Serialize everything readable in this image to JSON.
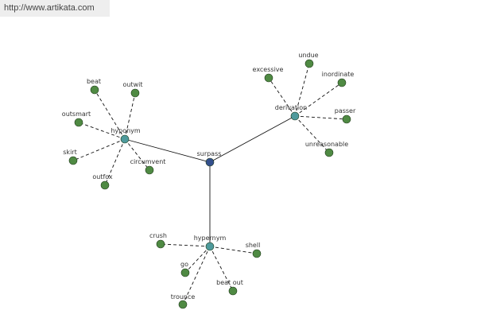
{
  "watermark": "http://www.artikata.com",
  "colors": {
    "center_node": "#334f8c",
    "hub_node": "#4e9a9c",
    "leaf_node": "#4f8a43",
    "edge": "#111111"
  },
  "graph": {
    "center": {
      "id": "surpass",
      "label": "surpass"
    },
    "hubs": [
      {
        "id": "hyponym",
        "label": "hyponym",
        "leaves": [
          "beat",
          "outwit",
          "outsmart",
          "skirt",
          "outfox",
          "circumvent"
        ]
      },
      {
        "id": "derivation",
        "label": "derivation",
        "leaves": [
          "excessive",
          "undue",
          "inordinate",
          "passer",
          "unreasonable"
        ]
      },
      {
        "id": "hypernym",
        "label": "hypernym",
        "leaves": [
          "crush",
          "shell",
          "go",
          "beat out",
          "trounce"
        ]
      }
    ]
  }
}
